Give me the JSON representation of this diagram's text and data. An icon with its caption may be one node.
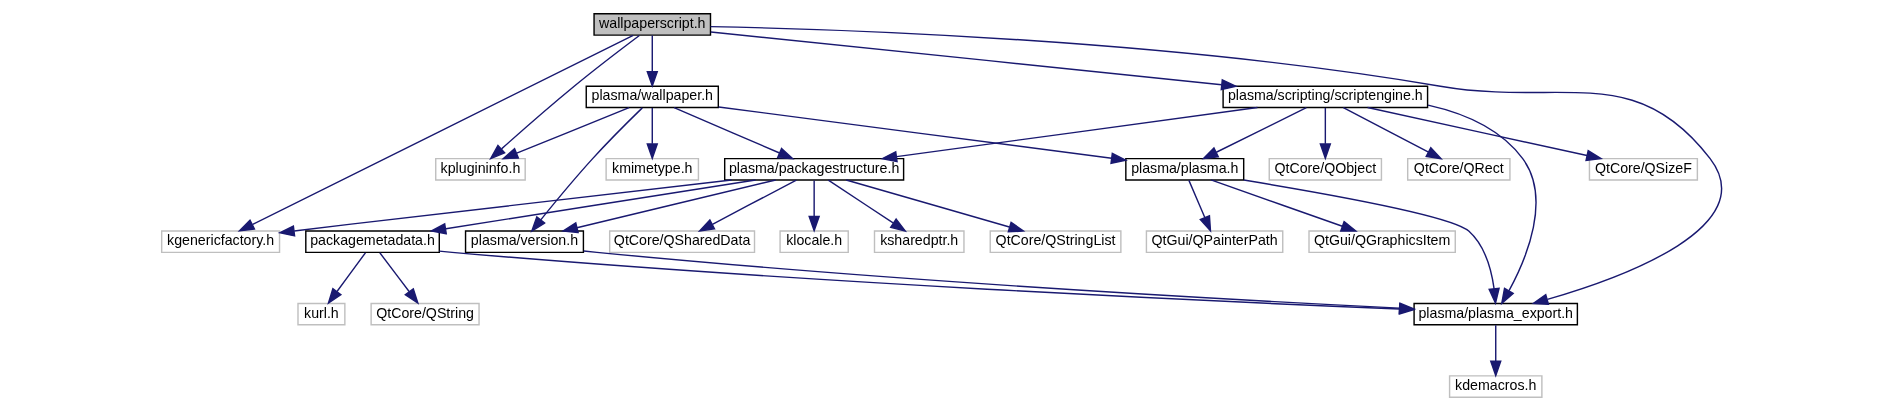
{
  "diagram": {
    "nodes": [
      {
        "text": [
          "wallpaperscript.h"
        ]
      },
      {
        "text": [
          "plasma/wallpaper.h"
        ]
      },
      {
        "text": [
          "plasma/scripting/scriptengine.h"
        ]
      },
      {
        "text": [
          "kplugininfo.h"
        ]
      },
      {
        "text": [
          "kmimetype.h"
        ]
      },
      {
        "text": [
          "plasma/packagestructure.h"
        ]
      },
      {
        "text": [
          "plasma/plasma.h"
        ]
      },
      {
        "text": [
          "QtCore/QObject"
        ]
      },
      {
        "text": [
          "QtCore/QRect"
        ]
      },
      {
        "text": [
          "QtCore/QSizeF"
        ]
      },
      {
        "text": [
          "kgenericfactory.h"
        ]
      },
      {
        "text": [
          "packagemetadata.h"
        ]
      },
      {
        "text": [
          "klocale.h"
        ]
      },
      {
        "text": [
          "ksharedptr.h"
        ]
      },
      {
        "text": [
          "QtCore/QStringList"
        ]
      },
      {
        "text": [
          "QtCore/QSharedData"
        ]
      },
      {
        "text": [
          "plasma/version.h"
        ]
      },
      {
        "text": [
          "QtGui/QPainterPath"
        ]
      },
      {
        "text": [
          "QtGui/QGraphicsItem"
        ]
      },
      {
        "text": [
          "QtCore/QString"
        ]
      },
      {
        "text": [
          "kurl.h"
        ]
      },
      {
        "text": [
          "plasma/plasma_export.h"
        ]
      },
      {
        "text": [
          "kdemacros.h"
        ]
      }
    ],
    "edges": [
      {
        "from": 0,
        "to": 10,
        "arrow": "to"
      },
      {
        "from": 0,
        "to": 3,
        "arrow": "to"
      },
      {
        "from": 0,
        "to": 1,
        "arrow": "to"
      },
      {
        "from": 0,
        "to": 21,
        "arrow": "to"
      },
      {
        "from": 0,
        "to": 2,
        "arrow": "to"
      },
      {
        "from": 1,
        "to": 3,
        "arrow": "to"
      },
      {
        "from": 1,
        "to": 4,
        "arrow": "to"
      },
      {
        "from": 1,
        "to": 5,
        "arrow": "to"
      },
      {
        "from": 1,
        "to": 16,
        "arrow": "to"
      },
      {
        "from": 1,
        "to": 6,
        "arrow": "to"
      },
      {
        "from": 2,
        "to": 5,
        "arrow": "to"
      },
      {
        "from": 2,
        "to": 6,
        "arrow": "to"
      },
      {
        "from": 2,
        "to": 21,
        "arrow": "to"
      },
      {
        "from": 2,
        "to": 7,
        "arrow": "to"
      },
      {
        "from": 2,
        "to": 8,
        "arrow": "to"
      },
      {
        "from": 2,
        "to": 9,
        "arrow": "to"
      },
      {
        "from": 5,
        "to": 10,
        "arrow": "to"
      },
      {
        "from": 5,
        "to": 11,
        "arrow": "to"
      },
      {
        "from": 5,
        "to": 12,
        "arrow": "to"
      },
      {
        "from": 5,
        "to": 13,
        "arrow": "to"
      },
      {
        "from": 5,
        "to": 14,
        "arrow": "to"
      },
      {
        "from": 5,
        "to": 15,
        "arrow": "to"
      },
      {
        "from": 5,
        "to": 16,
        "arrow": "to"
      },
      {
        "from": 6,
        "to": 17,
        "arrow": "to"
      },
      {
        "from": 6,
        "to": 21,
        "arrow": "to"
      },
      {
        "from": 6,
        "to": 18,
        "arrow": "to"
      },
      {
        "from": 11,
        "to": 19,
        "arrow": "to"
      },
      {
        "from": 11,
        "to": 20,
        "arrow": "to"
      },
      {
        "from": 11,
        "to": 21,
        "arrow": "to"
      },
      {
        "from": 16,
        "to": 21,
        "arrow": "to"
      },
      {
        "from": 21,
        "to": 22,
        "arrow": "to"
      }
    ]
  }
}
